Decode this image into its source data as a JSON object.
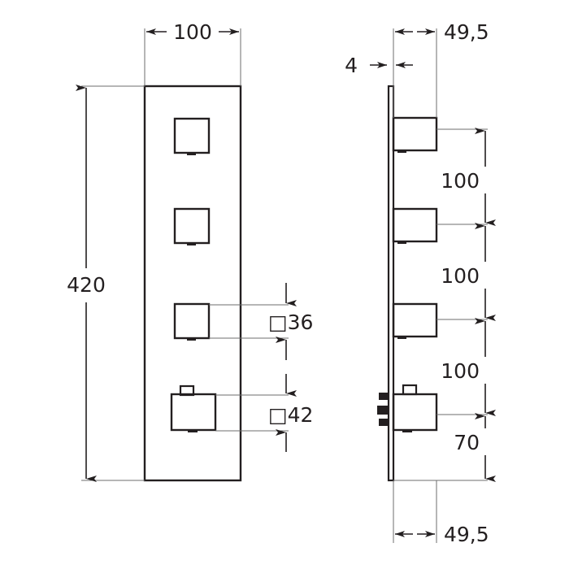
{
  "drawing": {
    "title": "Thermostatic shower panel dimension drawing",
    "units": "mm",
    "line_color": "#231f20",
    "thin_line_color": "#6e6e6e",
    "background": "#ffffff"
  },
  "views": {
    "front": {
      "name": "front-view",
      "plate": {
        "width_label": "100",
        "height_label": "420"
      },
      "handles": [
        {
          "name": "handle-1",
          "size_label": "□36"
        },
        {
          "name": "handle-2",
          "size_label": "□36"
        },
        {
          "name": "handle-3",
          "size_label": "□36"
        },
        {
          "name": "handle-4",
          "size_label": "□42"
        }
      ]
    },
    "side": {
      "name": "side-view",
      "plate_thickness_label": "4",
      "depth_top_label": "49,5",
      "depth_bottom_label": "49,5"
    }
  },
  "dimensions": {
    "front_width": "100",
    "front_height": "420",
    "handle_small": "□36",
    "handle_large": "□42",
    "plate_thickness": "4",
    "depth_top": "49,5",
    "depth_bottom": "49,5",
    "spacing_1": "100",
    "spacing_2": "100",
    "spacing_3": "100",
    "spacing_4": "70"
  }
}
